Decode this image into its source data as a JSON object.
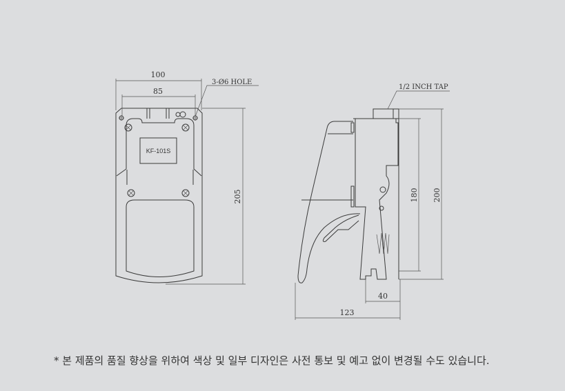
{
  "front_view": {
    "dim_width_overall": "100",
    "dim_hole_spacing": "85",
    "hole_callout": "3-Ø6 HOLE",
    "dim_height": "205",
    "model_label": "KF-101S"
  },
  "side_view": {
    "tap_callout": "1/2 INCH TAP",
    "dim_inner_height": "180",
    "dim_overall_height": "200",
    "dim_depth_body": "40",
    "dim_depth_overall": "123"
  },
  "footnote": "* 본 제품의 품질 향상을 위하여 색상 및 일부 디자인은 사전 통보 및 예고 없이 변경될 수도 있습니다."
}
